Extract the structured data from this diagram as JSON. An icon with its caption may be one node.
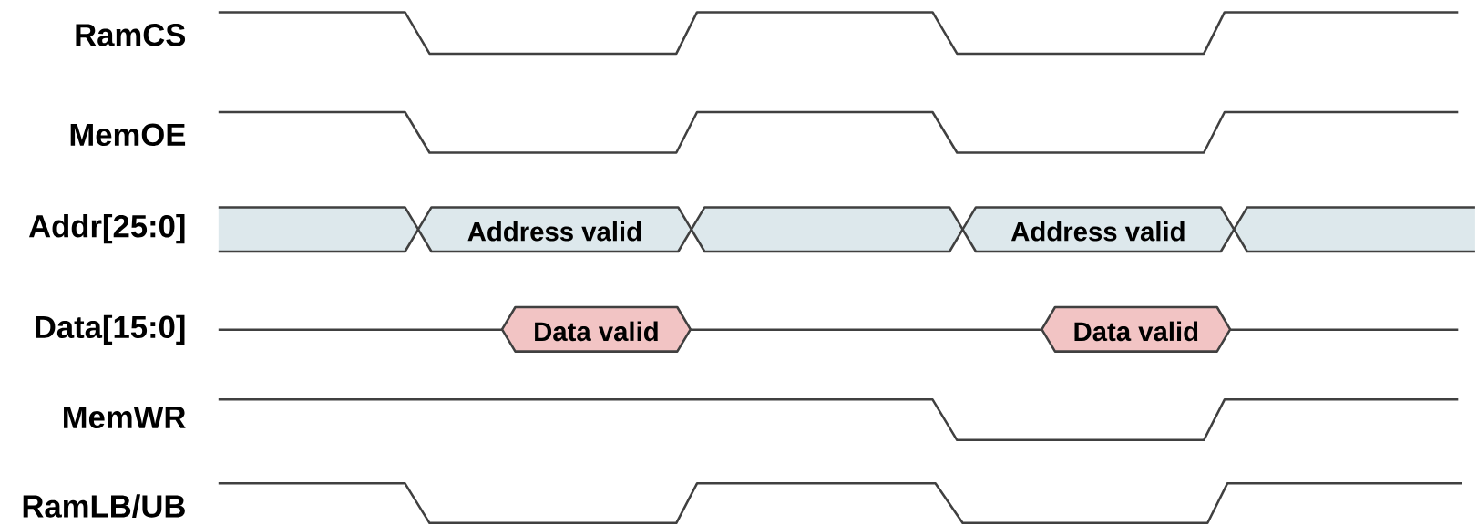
{
  "diagram": {
    "nodes": [
      {
        "text": [],
        "shape": "hexagon"
      },
      {
        "text": [
          "Address valid"
        ]
      },
      {
        "text": [],
        "shape": "hexagon"
      },
      {
        "text": [
          "Address valid"
        ]
      },
      {
        "text": [],
        "shape": "hexagon"
      },
      {
        "text": [
          "Data valid"
        ]
      },
      {
        "text": [
          "Data valid"
        ]
      }
    ],
    "labels": [
      "RamCS",
      "MemOE",
      "Addr[25:0]",
      "Data[15:0]",
      "MemWR",
      "RamLB/UB"
    ]
  }
}
